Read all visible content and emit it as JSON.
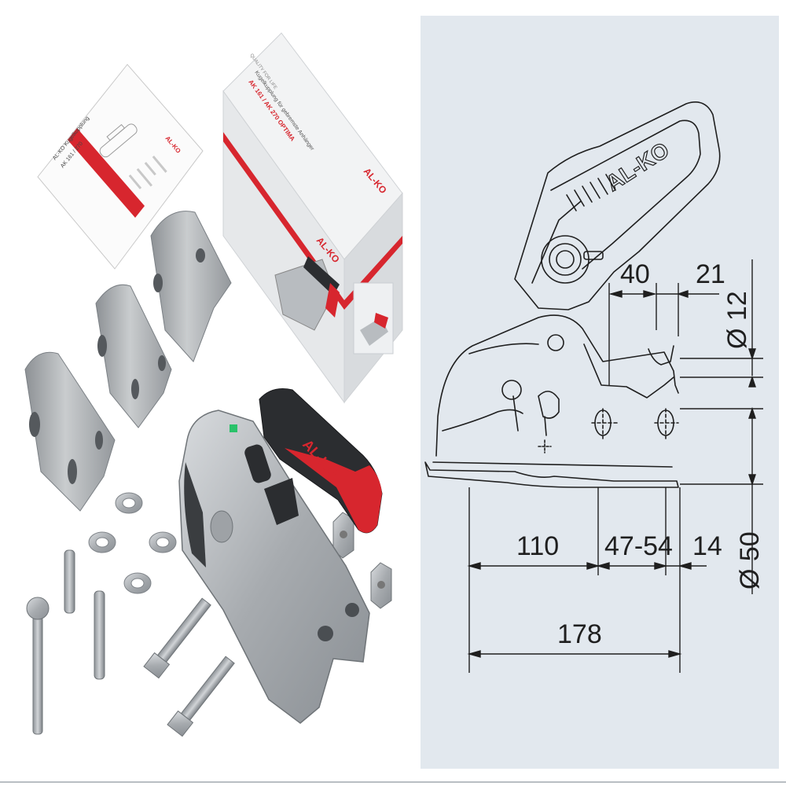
{
  "colors": {
    "brand_red": "#d7262e",
    "metal": "#b9bcbf",
    "metal_dark": "#7f8489",
    "grip_black": "#2b2d30",
    "diagram_bg": "#e2e8ee",
    "line": "#1f1f1f"
  },
  "manual": {
    "title": "AL-KO Kugelkupplung",
    "model": "AK 161 / 270",
    "logo": "AL-KO"
  },
  "box": {
    "tagline": "QUALITY FOR LIFE",
    "title_line": "Kugelkupplung für gebremste Anhänger",
    "model_line": "AK 161 / AK 270 OPTIMA",
    "logo": "AL-KO"
  },
  "coupling": {
    "grip_logo": "AL-KO"
  },
  "drawing": {
    "handle_logo": "AL-KO",
    "dimensions": {
      "d40": "40",
      "d21": "21",
      "d12": "Ø 12",
      "d110": "110",
      "d4754": "47-54",
      "d14": "14",
      "d50": "Ø 50",
      "d178": "178"
    }
  }
}
